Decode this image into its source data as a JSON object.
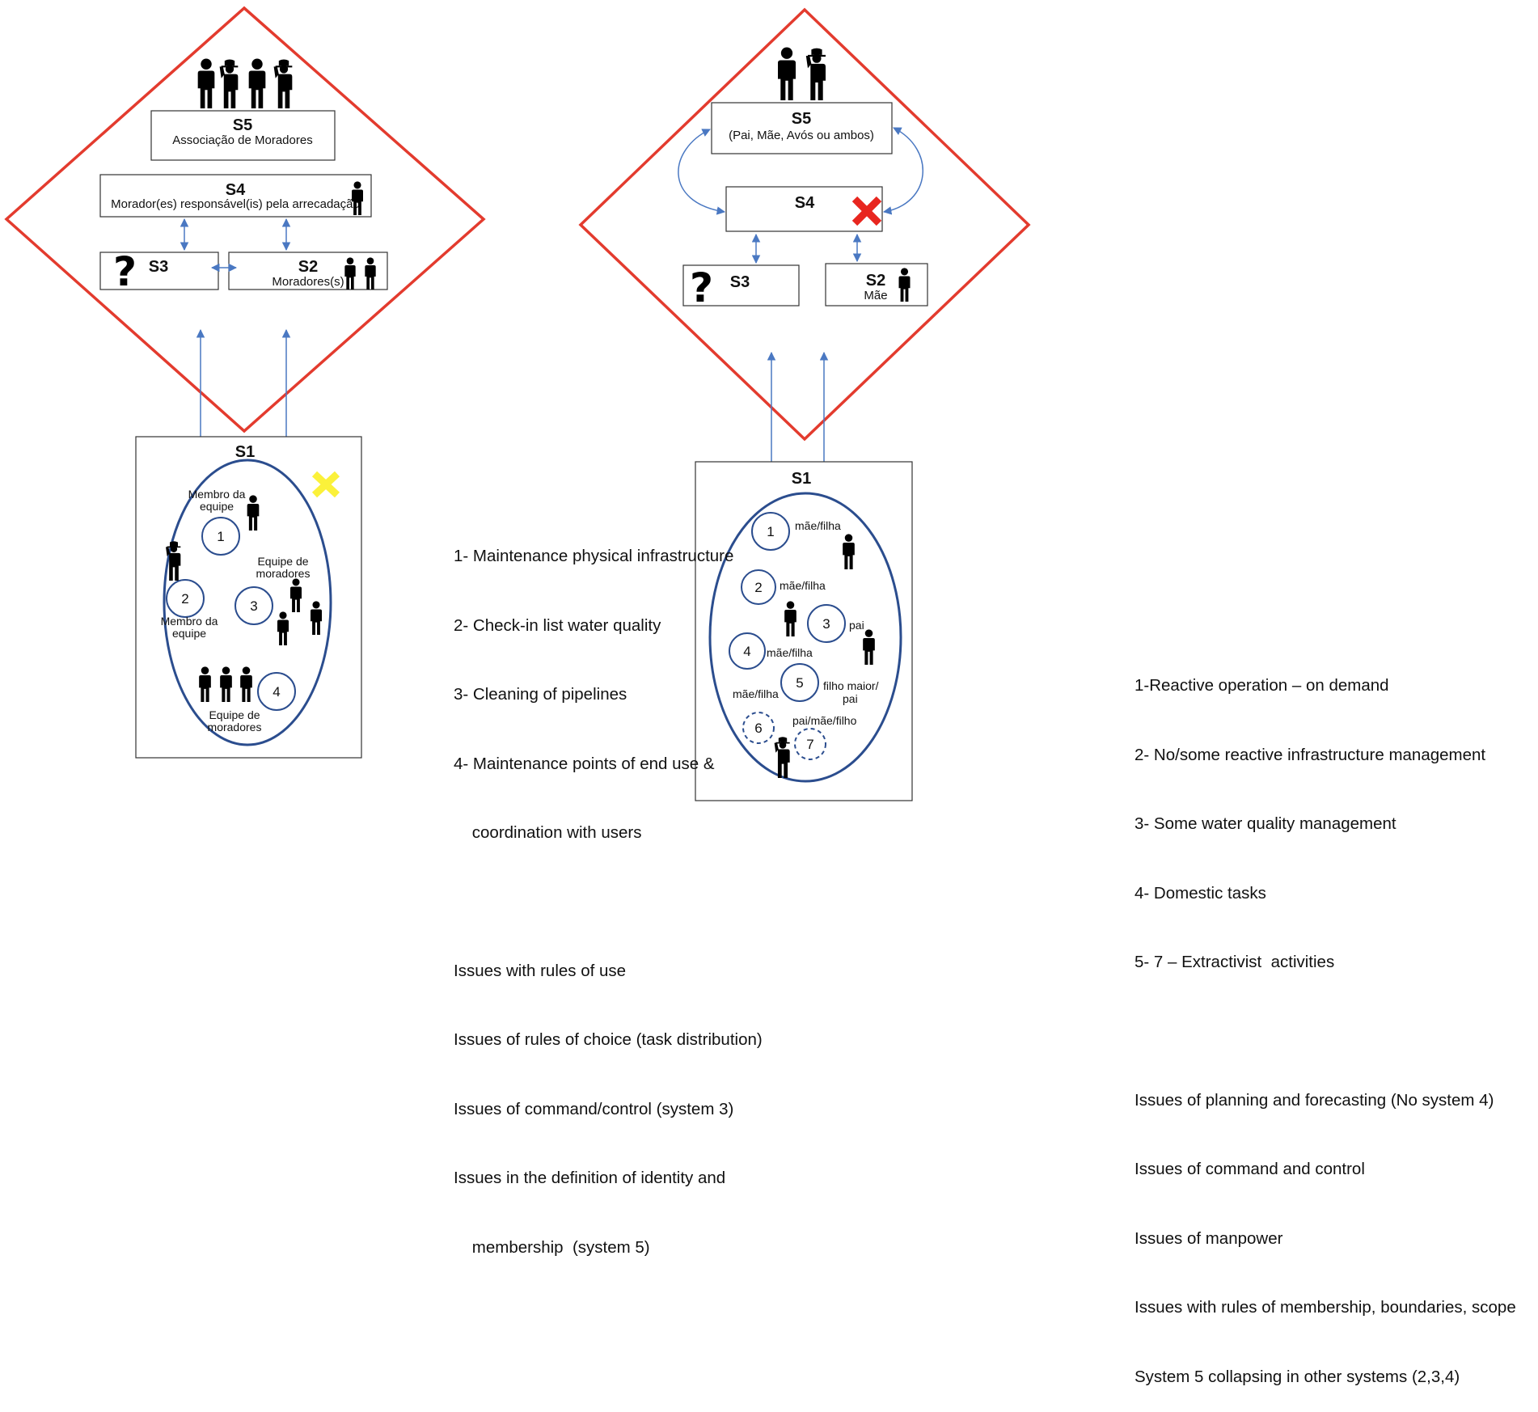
{
  "left": {
    "s5": {
      "title": "S5",
      "subtitle": "Associação de Moradores"
    },
    "s4": {
      "title": "S4",
      "subtitle": "Morador(es) responsável(is) pela arrecadação"
    },
    "s3": {
      "title": "S3",
      "mark": "?"
    },
    "s2": {
      "title": "S2",
      "subtitle": "Moradores(s)"
    },
    "s1": {
      "title": "S1",
      "circles": [
        "1",
        "2",
        "3",
        "4"
      ],
      "labels": {
        "membro_top_1": "Membro da",
        "membro_top_2": "equipe",
        "membro_bot_1": "Membro da",
        "membro_bot_2": "equipe",
        "equipe_mid_1": "Equipe de",
        "equipe_mid_2": "moradores",
        "equipe_bot_1": "Equipe de",
        "equipe_bot_2": "moradores"
      }
    },
    "notes": {
      "items": [
        "1- Maintenance physical infrastructure",
        "2- Check-in list water quality",
        "3- Cleaning of pipelines",
        "4- Maintenance points of end use &",
        "    coordination with users"
      ],
      "issues": [
        "Issues with rules of use",
        "Issues of rules of choice (task distribution)",
        "Issues of command/control (system 3)",
        "Issues in the definition of identity and",
        "    membership  (system 5)"
      ]
    }
  },
  "right": {
    "s5": {
      "title": "S5",
      "subtitle": "(Pai, Mãe, Avós ou ambos)"
    },
    "s4": {
      "title": "S4"
    },
    "s3": {
      "title": "S3",
      "mark": "?"
    },
    "s2": {
      "title": "S2",
      "subtitle": "Mãe"
    },
    "s1": {
      "title": "S1",
      "circles": [
        "1",
        "2",
        "3",
        "4",
        "5",
        "6",
        "7"
      ],
      "labels": {
        "c1": "mãe/filha",
        "c2": "mãe/filha",
        "c3": "pai",
        "c4": "mãe/filha",
        "c5a": "filho maior/",
        "c5b": "pai",
        "c5c": "mãe/filha",
        "c67": "pai/mãe/filho"
      }
    },
    "notes": {
      "items": [
        "1-Reactive operation – on demand",
        "2- No/some reactive infrastructure management",
        "3- Some water quality management",
        "4- Domestic tasks",
        "5- 7 – Extractivist  activities"
      ],
      "issues": [
        "Issues of planning and forecasting (No system 4)",
        "Issues of command and control",
        "Issues of manpower",
        "Issues with rules of membership, boundaries, scope",
        "System 5 collapsing in other systems (2,3,4)"
      ]
    }
  },
  "colors": {
    "diamond": "#e33b2e",
    "arrow": "#4a78c2",
    "ellipse": "#2b4d8e",
    "red_x": "#e8261f",
    "yellow_x": "#fbf13a"
  }
}
